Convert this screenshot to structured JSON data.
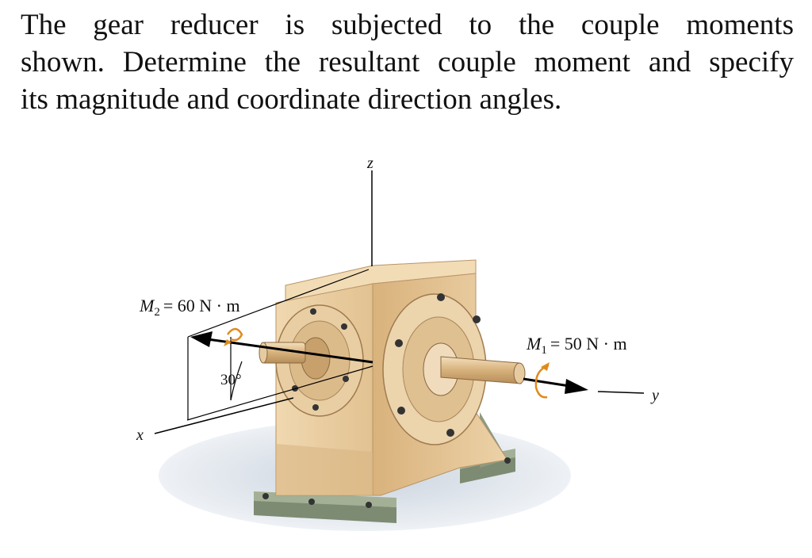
{
  "problem": {
    "line1": "The gear reducer is subjected to the couple moments",
    "line2": "shown. Determine the resultant couple moment and specify",
    "line3": "its magnitude and coordinate direction angles."
  },
  "figure": {
    "z_axis_label": "z",
    "x_axis_label": "x",
    "y_axis_label": "y",
    "m2_symbol": "M",
    "m2_subscript": "2",
    "m2_value": "= 60 N · m",
    "m1_symbol": "M",
    "m1_subscript": "1",
    "m1_value": "= 50 N · m",
    "angle_label": "30°",
    "colors": {
      "housing": "#e6c79a",
      "housing_dark": "#c9a473",
      "base": "#8c9a82",
      "shadow": "#dde3ea",
      "arrow": "#000000",
      "curl": "#e08a1c"
    }
  }
}
